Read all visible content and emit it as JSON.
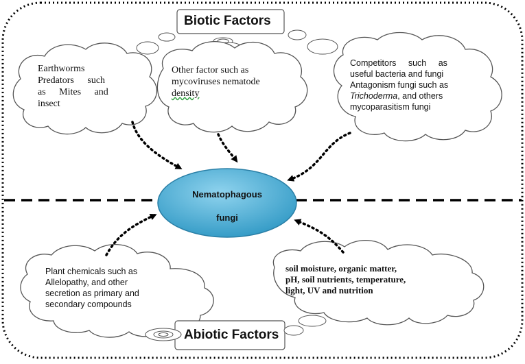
{
  "biotic": {
    "title": "Biotic Factors",
    "left_cloud": [
      "Earthworms",
      "Predators such",
      "as Mites and",
      "insect"
    ],
    "middle_cloud": [
      "Other factor such as",
      "mycoviruses nematode",
      "density"
    ],
    "right_cloud_line1": "Competitors such as",
    "right_cloud_line2": "useful bacteria and fungi",
    "right_cloud_line3": "Antagonism fungi such as",
    "right_cloud_italic": "Trichoderma",
    "right_cloud_line4_rest": ", and others",
    "right_cloud_line5": "mycoparasitism fungi"
  },
  "center": {
    "line1": "Nematophagous",
    "line2": "fungi"
  },
  "abiotic": {
    "title": "Abiotic Factors",
    "left_cloud": [
      "Plant chemicals such as",
      "Allelopathy, and other",
      "secretion as primary and",
      "secondary compounds"
    ],
    "right_cloud": [
      "soil moisture, organic matter,",
      "pH, soil nutrients, temperature,",
      "light, UV and nutrition"
    ]
  },
  "colors": {
    "ellipse_fill": "#4aaed4",
    "border": "#000000"
  }
}
